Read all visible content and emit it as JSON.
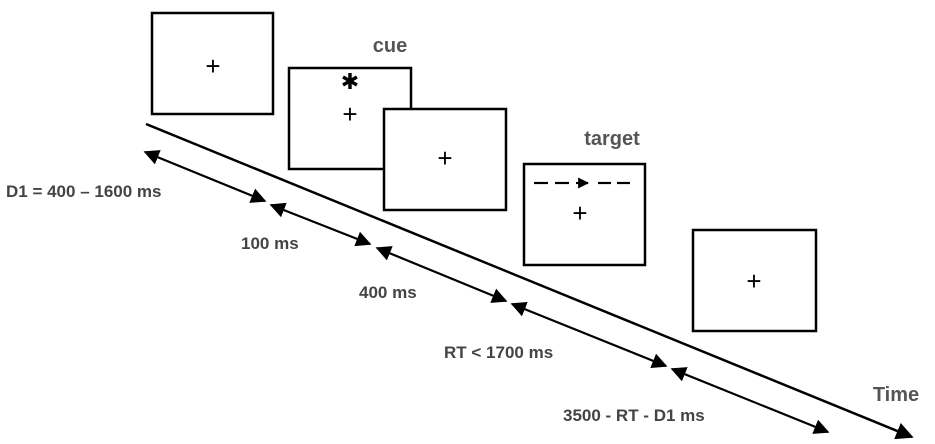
{
  "labels": {
    "cue": "cue",
    "target": "target",
    "time": "Time"
  },
  "symbols": {
    "fixation": "+",
    "cue_marker": "✱",
    "target_arrow_row": "— — → — —"
  },
  "durations": [
    "D1 = 400 – 1600 ms",
    "100 ms",
    "400 ms",
    "RT < 1700 ms",
    "3500 - RT - D1 ms"
  ]
}
